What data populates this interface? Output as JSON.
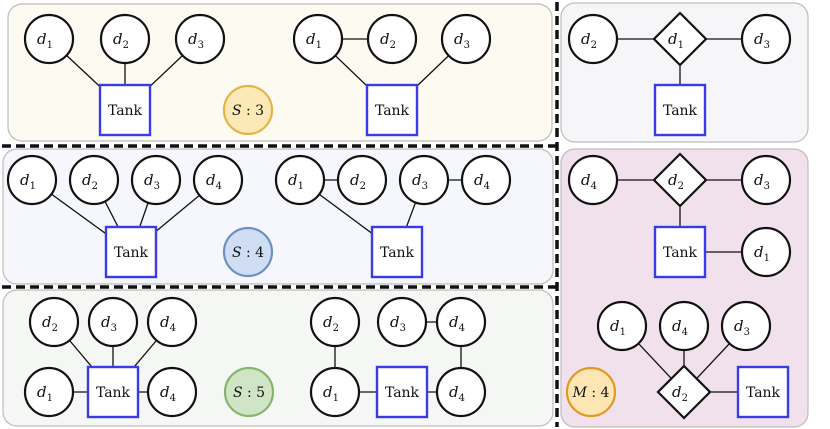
{
  "colors": {
    "panel_yellow": "#fdfaf1",
    "panel_blue": "#f5f7fc",
    "panel_green": "#f4f7f3",
    "panel_gray": "#f6f5f8",
    "panel_pink": "#f1e1ec",
    "panel_border": "#bdbdbd",
    "tank_border": "#3a3ae6",
    "badge_yellow_fill": "#fbe9b8",
    "badge_yellow_stroke": "#e2b54a",
    "badge_blue_fill": "#cfdef3",
    "badge_blue_stroke": "#6f8fc0",
    "badge_green_fill": "#cfe5c6",
    "badge_green_stroke": "#86b56f",
    "badge_orange_fill": "#fde6b4",
    "badge_orange_stroke": "#e09a22"
  },
  "badges": {
    "s3": {
      "var": "S",
      "value": "3"
    },
    "s4": {
      "var": "S",
      "value": "4"
    },
    "s5": {
      "var": "S",
      "value": "5"
    },
    "m4": {
      "var": "M",
      "value": "4"
    }
  },
  "tank_label": "Tank",
  "node_var": "d",
  "graphs": [
    {
      "name": "s3-star",
      "nodes": [
        {
          "id": "a",
          "kind": "circle",
          "sub": "1"
        },
        {
          "id": "b",
          "kind": "circle",
          "sub": "2"
        },
        {
          "id": "c",
          "kind": "circle",
          "sub": "3"
        },
        {
          "id": "t",
          "kind": "tank"
        }
      ],
      "edges": [
        [
          "a",
          "t"
        ],
        [
          "b",
          "t"
        ],
        [
          "c",
          "t"
        ]
      ]
    },
    {
      "name": "s3-chain",
      "nodes": [
        {
          "id": "a",
          "kind": "circle",
          "sub": "1"
        },
        {
          "id": "b",
          "kind": "circle",
          "sub": "2"
        },
        {
          "id": "c",
          "kind": "circle",
          "sub": "3"
        },
        {
          "id": "t",
          "kind": "tank"
        }
      ],
      "edges": [
        [
          "a",
          "b"
        ],
        [
          "a",
          "t"
        ],
        [
          "c",
          "t"
        ]
      ]
    },
    {
      "name": "s4-star",
      "nodes": [
        {
          "id": "a",
          "kind": "circle",
          "sub": "1"
        },
        {
          "id": "b",
          "kind": "circle",
          "sub": "2"
        },
        {
          "id": "c",
          "kind": "circle",
          "sub": "3"
        },
        {
          "id": "d",
          "kind": "circle",
          "sub": "4"
        },
        {
          "id": "t",
          "kind": "tank"
        }
      ],
      "edges": [
        [
          "a",
          "t"
        ],
        [
          "b",
          "t"
        ],
        [
          "c",
          "t"
        ],
        [
          "d",
          "t"
        ]
      ]
    },
    {
      "name": "s4-chain",
      "nodes": [
        {
          "id": "a",
          "kind": "circle",
          "sub": "1"
        },
        {
          "id": "b",
          "kind": "circle",
          "sub": "2"
        },
        {
          "id": "c",
          "kind": "circle",
          "sub": "3"
        },
        {
          "id": "d",
          "kind": "circle",
          "sub": "4"
        },
        {
          "id": "t",
          "kind": "tank"
        }
      ],
      "edges": [
        [
          "a",
          "b"
        ],
        [
          "a",
          "t"
        ],
        [
          "c",
          "d"
        ],
        [
          "c",
          "t"
        ]
      ]
    },
    {
      "name": "s5-star",
      "nodes": [
        {
          "id": "a",
          "kind": "circle",
          "sub": "2"
        },
        {
          "id": "b",
          "kind": "circle",
          "sub": "3"
        },
        {
          "id": "c",
          "kind": "circle",
          "sub": "4"
        },
        {
          "id": "d",
          "kind": "circle",
          "sub": "1"
        },
        {
          "id": "e",
          "kind": "circle",
          "sub": "4"
        },
        {
          "id": "t",
          "kind": "tank"
        }
      ],
      "edges": [
        [
          "a",
          "t"
        ],
        [
          "b",
          "t"
        ],
        [
          "c",
          "t"
        ],
        [
          "d",
          "t"
        ],
        [
          "e",
          "t"
        ]
      ]
    },
    {
      "name": "s5-chain",
      "nodes": [
        {
          "id": "a",
          "kind": "circle",
          "sub": "2"
        },
        {
          "id": "b",
          "kind": "circle",
          "sub": "3"
        },
        {
          "id": "c",
          "kind": "circle",
          "sub": "4"
        },
        {
          "id": "d",
          "kind": "circle",
          "sub": "1"
        },
        {
          "id": "e",
          "kind": "circle",
          "sub": "4"
        },
        {
          "id": "t",
          "kind": "tank"
        }
      ],
      "edges": [
        [
          "a",
          "d"
        ],
        [
          "d",
          "t"
        ],
        [
          "b",
          "c"
        ],
        [
          "c",
          "e"
        ],
        [
          "t",
          "e"
        ]
      ]
    },
    {
      "name": "right-top",
      "nodes": [
        {
          "id": "l",
          "kind": "circle",
          "sub": "2"
        },
        {
          "id": "m",
          "kind": "diamond",
          "sub": "1"
        },
        {
          "id": "r",
          "kind": "circle",
          "sub": "3"
        },
        {
          "id": "t",
          "kind": "tank"
        }
      ],
      "edges": [
        [
          "l",
          "m"
        ],
        [
          "m",
          "r"
        ],
        [
          "m",
          "t"
        ]
      ]
    },
    {
      "name": "right-mid",
      "nodes": [
        {
          "id": "l",
          "kind": "circle",
          "sub": "4"
        },
        {
          "id": "m",
          "kind": "diamond",
          "sub": "2"
        },
        {
          "id": "r",
          "kind": "circle",
          "sub": "3"
        },
        {
          "id": "t",
          "kind": "tank"
        },
        {
          "id": "x",
          "kind": "circle",
          "sub": "1"
        }
      ],
      "edges": [
        [
          "l",
          "m"
        ],
        [
          "m",
          "r"
        ],
        [
          "m",
          "t"
        ],
        [
          "t",
          "x"
        ]
      ]
    },
    {
      "name": "right-bottom",
      "nodes": [
        {
          "id": "a",
          "kind": "circle",
          "sub": "1"
        },
        {
          "id": "b",
          "kind": "circle",
          "sub": "4"
        },
        {
          "id": "c",
          "kind": "circle",
          "sub": "3"
        },
        {
          "id": "m",
          "kind": "diamond",
          "sub": "2"
        },
        {
          "id": "t",
          "kind": "tank"
        }
      ],
      "edges": [
        [
          "a",
          "m"
        ],
        [
          "b",
          "m"
        ],
        [
          "c",
          "m"
        ],
        [
          "m",
          "t"
        ]
      ]
    }
  ]
}
